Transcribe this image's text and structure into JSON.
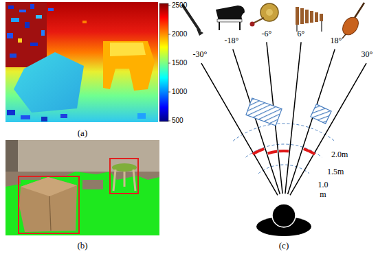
{
  "diagram": {
    "labels": [
      "(a)",
      "2500",
      "2000",
      "1500",
      "1000",
      "500",
      "(b)",
      "-30°",
      "-18°",
      "-6°",
      "6°",
      "18°",
      "30°",
      "2.0m",
      "1.5m",
      "1.0 m",
      "(c)"
    ]
  }
}
